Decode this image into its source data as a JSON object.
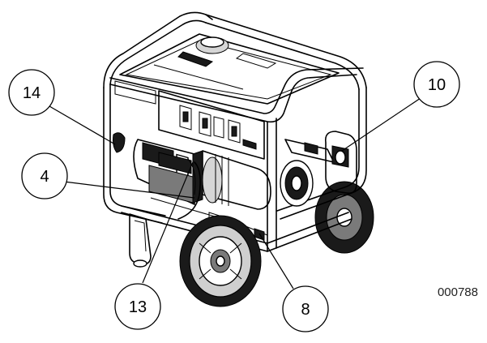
{
  "figure_code": "000788",
  "callouts": [
    {
      "id": "c14",
      "label": "14"
    },
    {
      "id": "c10",
      "label": "10"
    },
    {
      "id": "c4",
      "label": "4"
    },
    {
      "id": "c13",
      "label": "13"
    },
    {
      "id": "c8",
      "label": "8"
    }
  ]
}
